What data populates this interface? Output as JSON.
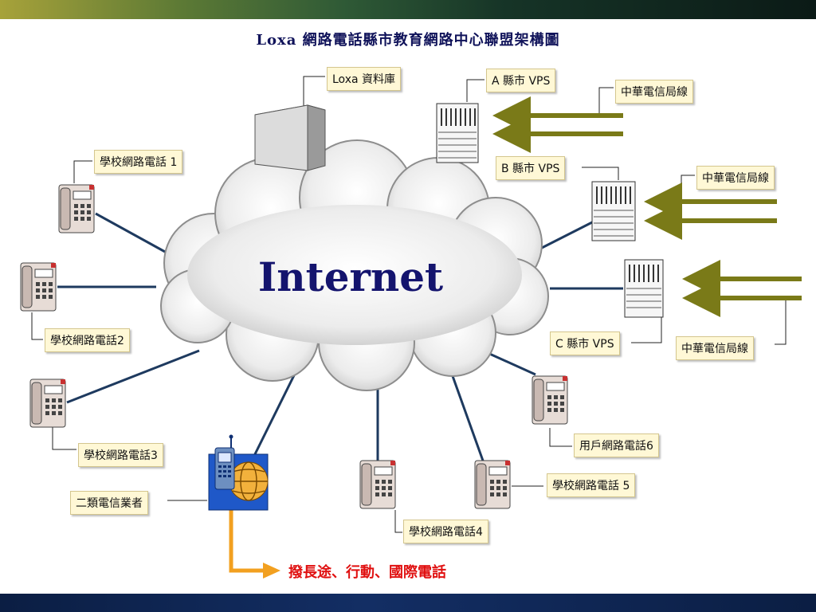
{
  "title": "Loxa 網路電話縣市教育網路中心聯盟架構圖",
  "cloud_label": "Internet",
  "dial_label": "撥長途、行動、國際電話",
  "labels": {
    "loxa_db": "Loxa 資料庫",
    "vps_a": "A 縣市 VPS",
    "vps_b": "B 縣市 VPS",
    "vps_c": "C 縣市 VPS",
    "cht_1": "中華電信局線",
    "cht_2": "中華電信局線",
    "cht_3": "中華電信局線",
    "school_1": "學校網路電話 1",
    "school_2": "學校網路電話2",
    "school_3": "學校網路電話3",
    "school_4": "學校網路電話4",
    "school_5": "學校網路電話 5",
    "user_6": "用戶網路電話6",
    "telecom_2": "二類電信業者"
  },
  "colors": {
    "link_line": "#1e3a5f",
    "trunk_arrow": "#7a7a18",
    "dial_arrow": "#f2a020",
    "title": "#10135a",
    "cloud_text": "#14146e",
    "label_bg": "#fff8d6"
  }
}
